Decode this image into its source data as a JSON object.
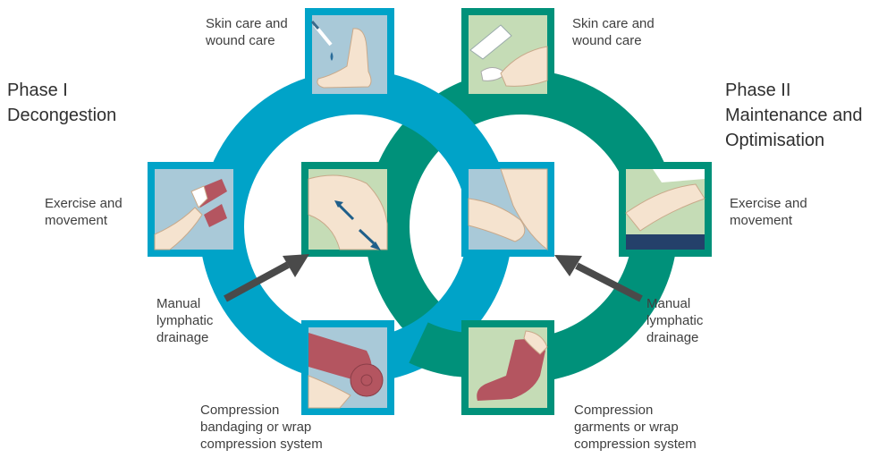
{
  "colors": {
    "blue": "#00a3c8",
    "green": "#00917a",
    "arrow": "#4a4a4a",
    "panel_blue": "#a9c9d8",
    "panel_green": "#c5dcb6",
    "skin": "#f5e3cf",
    "bandage": "#b45560"
  },
  "phase1": {
    "title": [
      "Phase I",
      "Decongestion"
    ],
    "skin_care": [
      "Skin care and",
      "wound care"
    ],
    "exercise": [
      "Exercise and",
      "movement"
    ],
    "mld": [
      "Manual",
      "lymphatic",
      "drainage"
    ],
    "compression": [
      "Compression",
      "bandaging or wrap",
      "compression system"
    ]
  },
  "phase2": {
    "title": [
      "Phase II",
      "Maintenance and",
      "Optimisation"
    ],
    "skin_care": [
      "Skin care and",
      "wound care"
    ],
    "exercise": [
      "Exercise and",
      "movement"
    ],
    "mld": [
      "Manual",
      "lymphatic",
      "drainage"
    ],
    "compression": [
      "Compression",
      "garments or wrap",
      "compression system"
    ]
  },
  "icons": {
    "p1_skin": "foot-wound-care-icon",
    "p1_exercise": "leg-exercise-icon",
    "p1_mld": "knee-lymphatic-drainage-icon",
    "p1_compression": "leg-bandaging-icon",
    "p2_skin": "cream-application-icon",
    "p2_exercise": "leg-stretch-icon",
    "p2_mld": "calf-massage-icon",
    "p2_compression": "compression-stocking-icon"
  }
}
